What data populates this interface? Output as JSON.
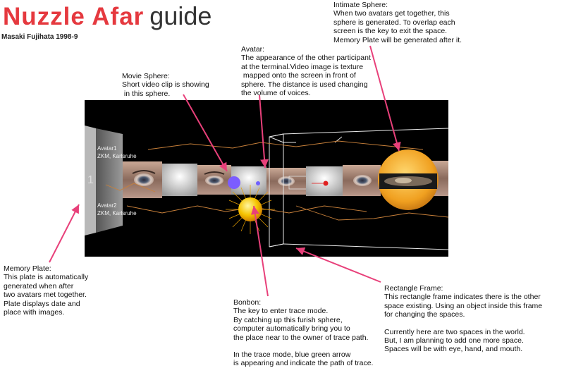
{
  "title": {
    "main": "Nuzzle Afar",
    "suffix": "guide"
  },
  "subtitle": "Masaki Fujihata 1998-9",
  "notes": {
    "intimate": {
      "heading": "Intimate Sphere:",
      "lines": [
        "When two avatars get together, this",
        "sphere is generated. To overlap each",
        "screen is the key to exit the space.",
        "Memory Plate will be generated after it."
      ]
    },
    "avatar": {
      "heading": "Avatar:",
      "lines": [
        "The appearance of the other participant",
        "at the terminal.Video image is texture",
        " mapped onto the screen in front of",
        "sphere. The distance is used changing",
        "the volume of voices."
      ]
    },
    "movie": {
      "heading": "Movie Sphere:",
      "lines": [
        "Short video clip is showing",
        " in this sphere."
      ]
    },
    "memory": {
      "heading": "Memory Plate:",
      "lines": [
        "This plate is automatically",
        "generated when after",
        "two avatars met together.",
        "Plate displays date and",
        "place with images."
      ]
    },
    "bonbon": {
      "heading": "Bonbon:",
      "lines": [
        "The key to enter trace mode.",
        "By catching up this furish sphere,",
        "computer automatically bring you to",
        "the place near to  the owner of trace path."
      ],
      "lines2": [
        "In  the trace mode, blue green arrow",
        "is appearing and indicate the path of trace."
      ]
    },
    "rect": {
      "heading": "Rectangle Frame:",
      "lines": [
        "This rectangle frame indicates there is the other",
        "space existing.  Using an object inside this frame",
        "for changing the spaces."
      ],
      "lines2": [
        "Currently here are two spaces in the world.",
        "But, I am planning to add one more space.",
        "Spaces will be with eye, hand, and mouth."
      ]
    }
  },
  "scene": {
    "avatar1_label": "Avatar1",
    "avatar1_place": "ZKM, Karlsruhe",
    "avatar2_label": "Avatar2",
    "avatar2_place": "ZKM, Karlsruhe",
    "plate_number": "1",
    "colors": {
      "background": "#000000",
      "bonbon": "#f5b400",
      "movie_sphere": "#7b5cff",
      "intimate_sphere": "#f2a81e",
      "trace": "#c8803a"
    }
  },
  "colors": {
    "accent": "#e5393f",
    "arrow": "#e8407a"
  }
}
